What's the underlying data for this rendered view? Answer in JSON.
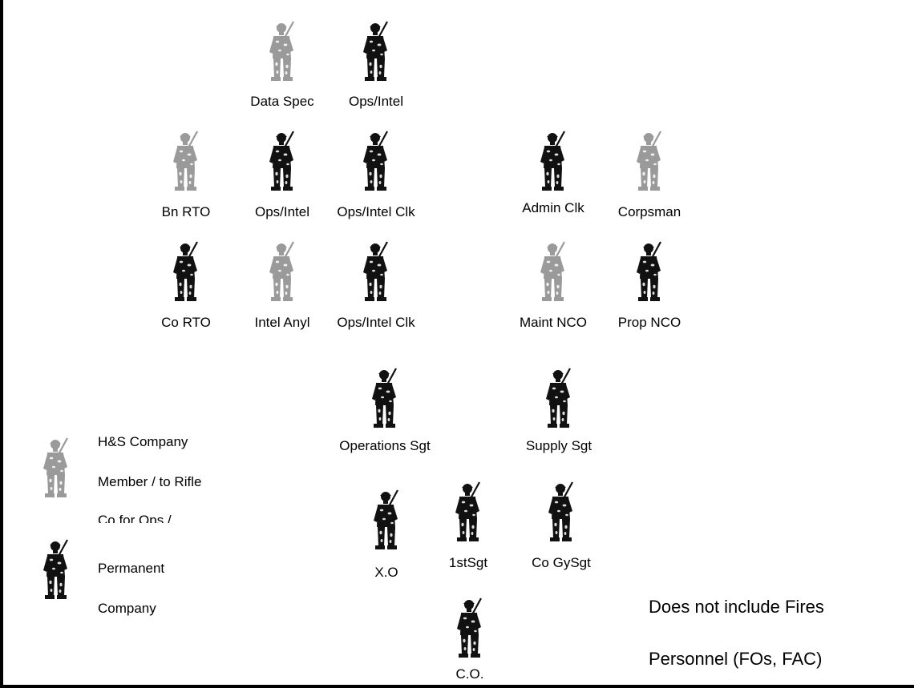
{
  "colors": {
    "permanent": "#111111",
    "attached": "#9a9a9a",
    "border": "#000000"
  },
  "icons": {
    "figure": "soldier-with-rifle-icon"
  },
  "legend": {
    "attached_lines": [
      "H&S Company",
      "Member / to Rifle",
      "Co for Ops /"
    ],
    "permanent_lines": [
      "Permanent",
      "Company"
    ]
  },
  "positions": [
    {
      "label": "Data Spec",
      "type": "attached"
    },
    {
      "label": "Ops/Intel",
      "type": "permanent"
    },
    {
      "label": "Bn RTO",
      "type": "attached"
    },
    {
      "label": "Ops/Intel",
      "type": "permanent"
    },
    {
      "label": "Ops/Intel Clk",
      "type": "permanent"
    },
    {
      "label": "Admin Clk",
      "type": "permanent"
    },
    {
      "label": "Corpsman",
      "type": "attached"
    },
    {
      "label": "Co RTO",
      "type": "permanent"
    },
    {
      "label": "Intel Anyl",
      "type": "attached"
    },
    {
      "label": "Ops/Intel Clk",
      "type": "permanent"
    },
    {
      "label": "Maint NCO",
      "type": "attached"
    },
    {
      "label": "Prop NCO",
      "type": "permanent"
    },
    {
      "label": "Operations Sgt",
      "type": "permanent"
    },
    {
      "label": "Supply Sgt",
      "type": "permanent"
    },
    {
      "label": "X.O",
      "type": "permanent"
    },
    {
      "label": "1stSgt",
      "type": "permanent"
    },
    {
      "label": "Co GySgt",
      "type": "permanent"
    },
    {
      "label": "C.O.",
      "type": "permanent"
    }
  ],
  "note": {
    "line1": "Does not include Fires",
    "line2": "Personnel (FOs, FAC)"
  }
}
